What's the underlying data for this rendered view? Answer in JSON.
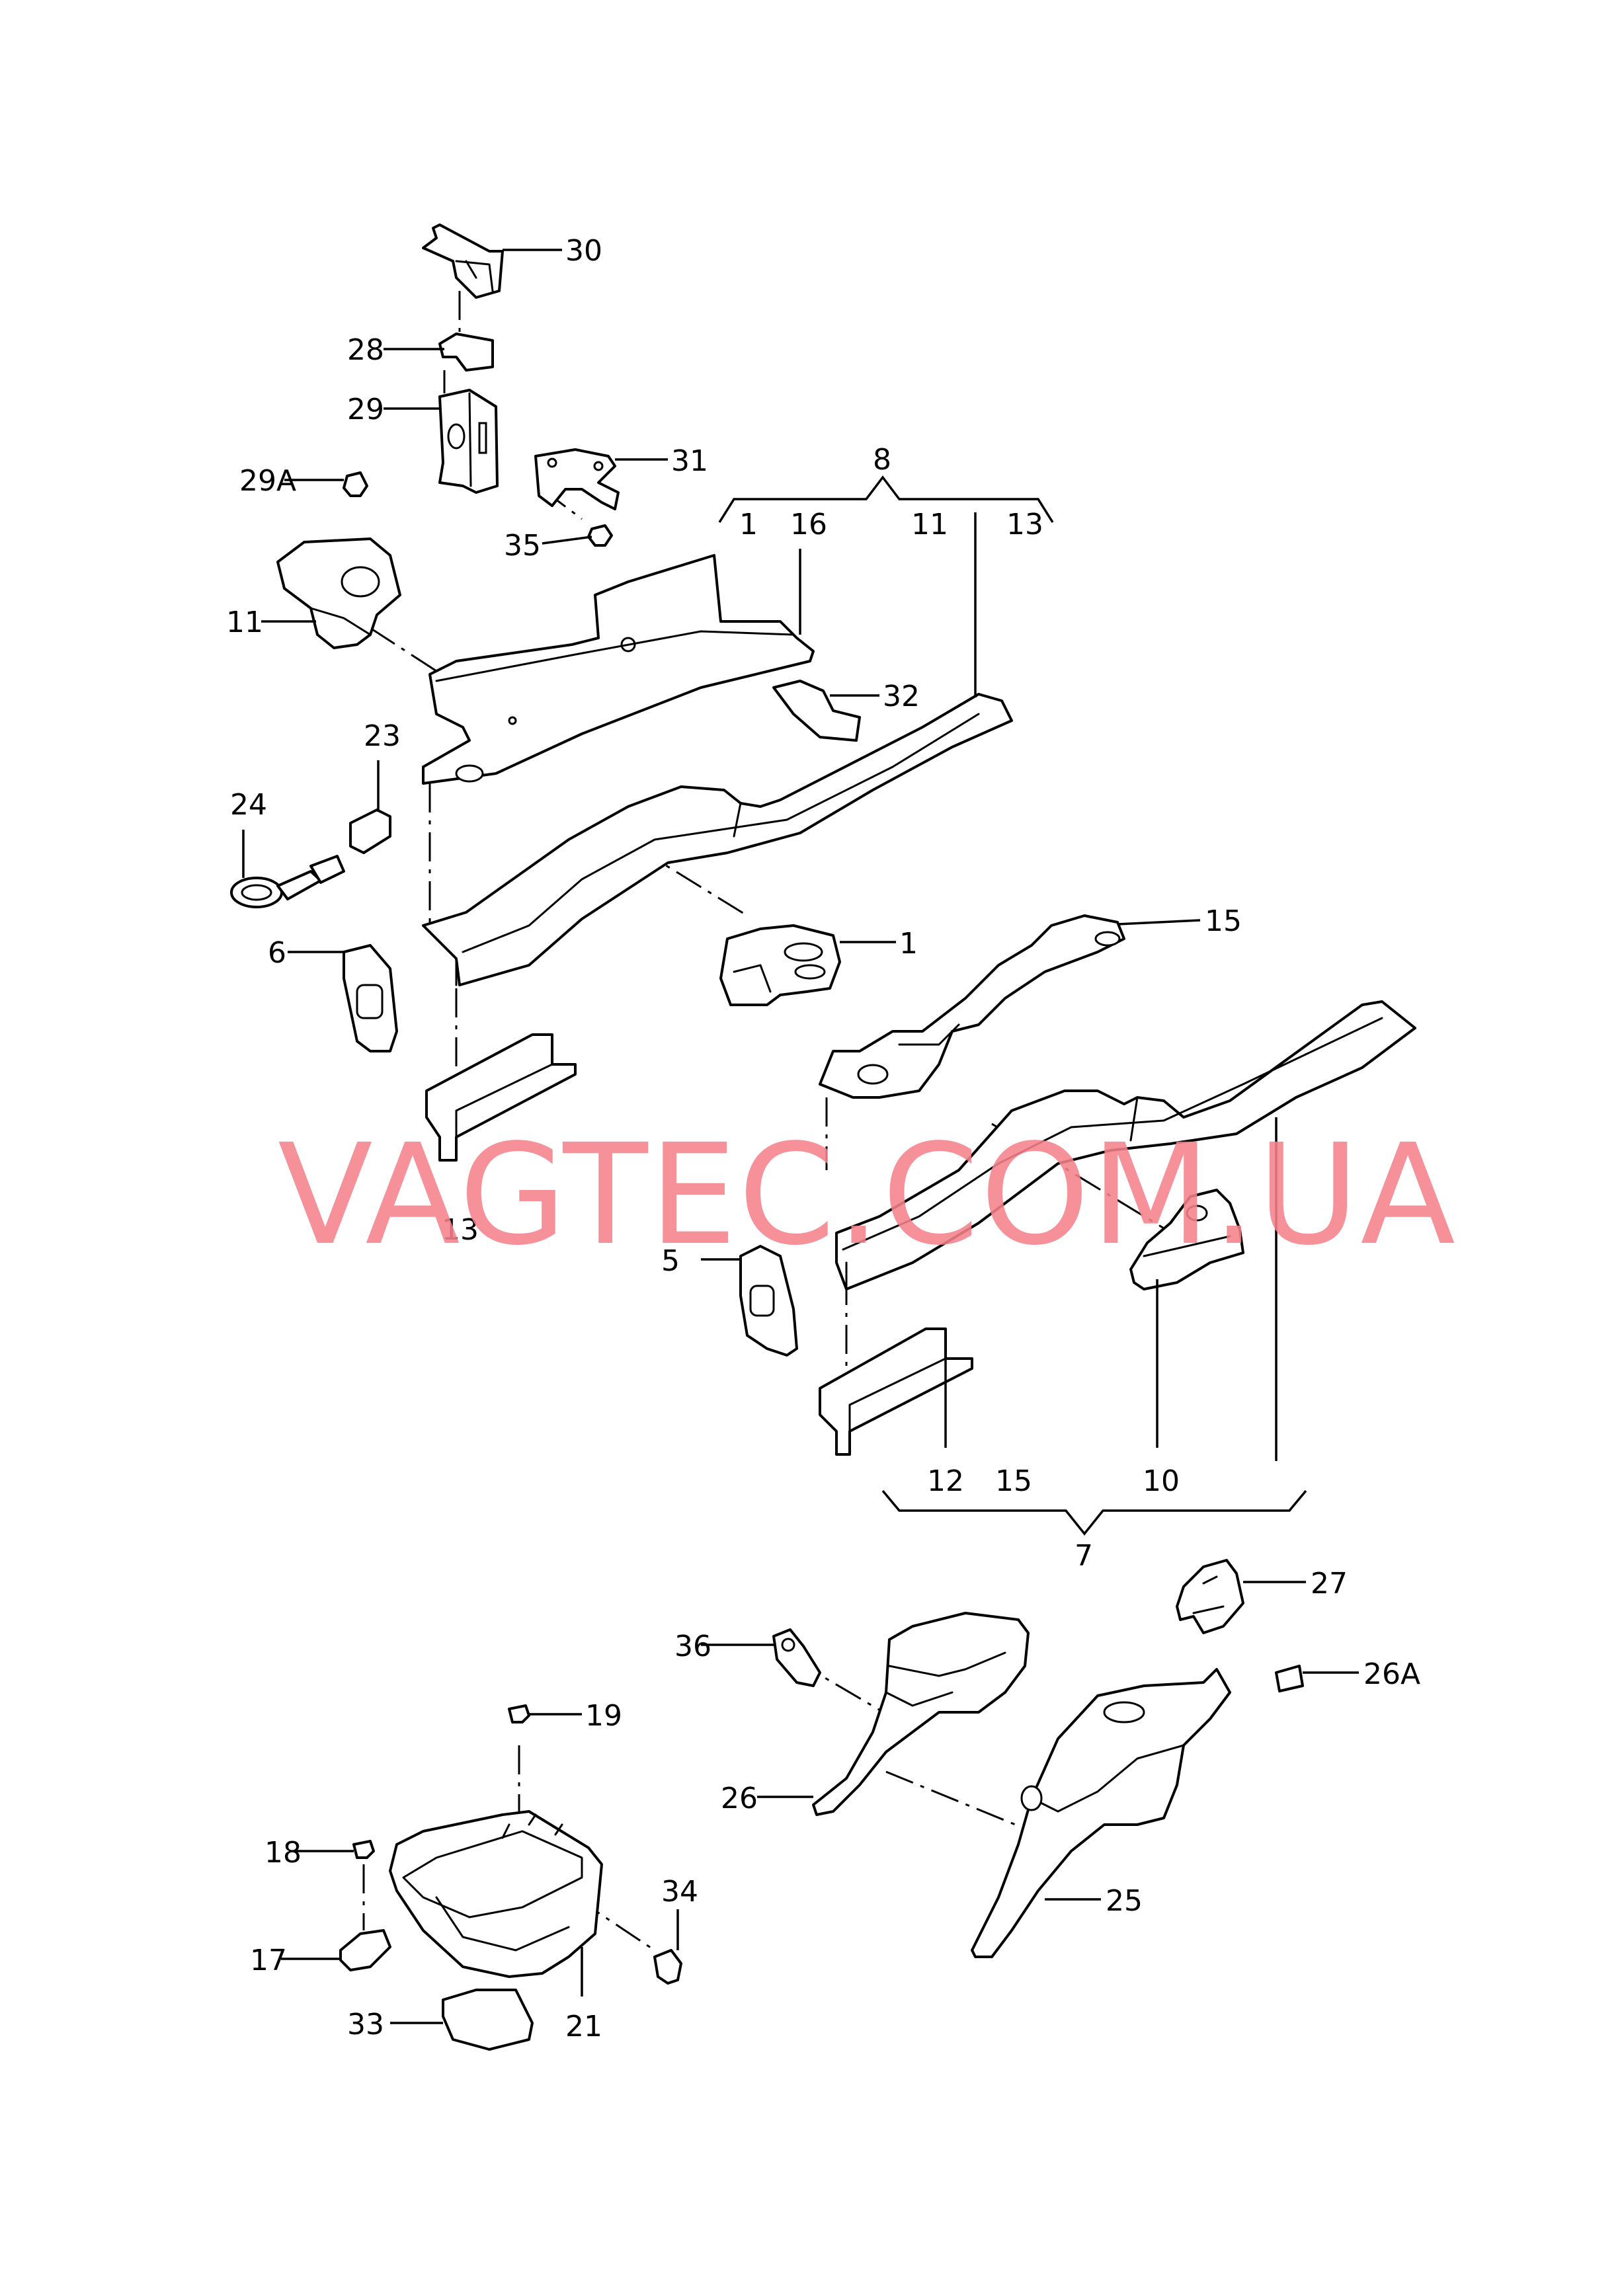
{
  "labels": {
    "l30": "30",
    "l28": "28",
    "l29": "29",
    "l29a": "29A",
    "l31": "31",
    "l35": "35",
    "l8": "8",
    "l8_1": "1",
    "l8_16": "16",
    "l8_11": "11",
    "l8_13": "13",
    "l11": "11",
    "l32": "32",
    "l23": "23",
    "l24": "24",
    "l1": "1",
    "l6": "6",
    "l15": "15",
    "l13": "13",
    "l5": "5",
    "l12": "12",
    "l7_15": "15",
    "l10": "10",
    "l7": "7",
    "l27": "27",
    "l36": "36",
    "l26a": "26A",
    "l19": "19",
    "l26": "26",
    "l18": "18",
    "l34": "34",
    "l25": "25",
    "l17": "17",
    "l33": "33",
    "l21": "21"
  },
  "watermark": {
    "text": "VAGTEC.COM.UA",
    "color": "#f5828c"
  }
}
